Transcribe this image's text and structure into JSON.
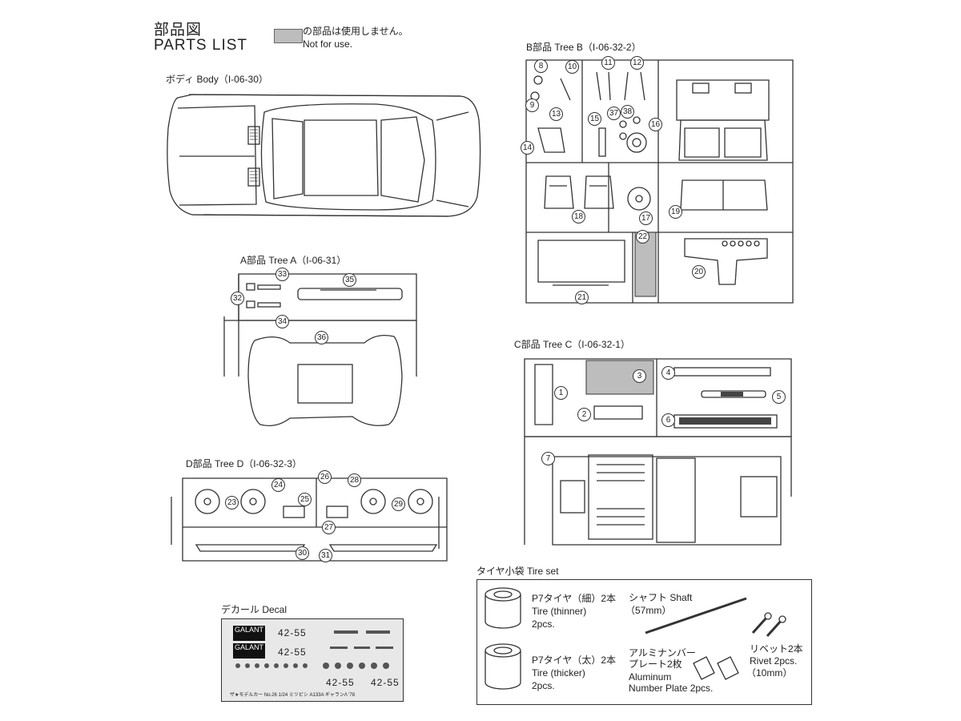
{
  "header": {
    "title_jp": "部品図",
    "title_en": "PARTS LIST",
    "legend_jp": "の部品は使用しません。",
    "legend_en": "Not for use."
  },
  "sections": {
    "body": "ボディ Body（I-06-30）",
    "tree_a": "A部品 Tree A（I-06-31）",
    "tree_b": "B部品 Tree B（I-06-32-2）",
    "tree_c": "C部品 Tree C（I-06-32-1）",
    "tree_d": "D部品 Tree D（I-06-32-3）",
    "decal": "デカール Decal",
    "tire_set": "タイヤ小袋 Tire set"
  },
  "tire_set": {
    "thin_jp": "P7タイヤ（細）2本",
    "thin_en": "Tire (thinner)",
    "thin_qty": "2pcs.",
    "thick_jp": "P7タイヤ（太）2本",
    "thick_en": "Tire (thicker)",
    "thick_qty": "2pcs.",
    "shaft_label": "シャフト Shaft",
    "shaft_size": "（57mm）",
    "plate_jp1": "アルミナンバー",
    "plate_jp2": "プレート2枚",
    "plate_en1": "Aluminum",
    "plate_en2": "Number Plate 2pcs.",
    "rivet_jp": "リベット2本",
    "rivet_en": "Rivet 2pcs.",
    "rivet_size": "（10mm）"
  },
  "decal_sheet": {
    "brand1": "GALANT",
    "brand2": "GALANT",
    "plate1": "42-55",
    "plate2": "42-55",
    "plate3": "42-55",
    "plate4": "42-55",
    "footer": "ザ★モデルカー No.26 1/24 ミツビシ A133A ギャランΛ '78"
  },
  "part_numbers": {
    "p1": "1",
    "p2": "2",
    "p3": "3",
    "p4": "4",
    "p5": "5",
    "p6": "6",
    "p7": "7",
    "p8": "8",
    "p9": "9",
    "p10": "10",
    "p11": "11",
    "p12": "12",
    "p13": "13",
    "p14": "14",
    "p15": "15",
    "p16": "16",
    "p17": "17",
    "p18": "18",
    "p19": "19",
    "p20": "20",
    "p21": "21",
    "p22": "22",
    "p23": "23",
    "p24": "24",
    "p25": "25",
    "p26": "26",
    "p27": "27",
    "p28": "28",
    "p29": "29",
    "p30": "30",
    "p31": "31",
    "p32": "32",
    "p33": "33",
    "p34": "34",
    "p35": "35",
    "p36": "36",
    "p37": "37",
    "p38": "38"
  },
  "colors": {
    "not_for_use": "#bdbdbd",
    "line": "#333333"
  }
}
